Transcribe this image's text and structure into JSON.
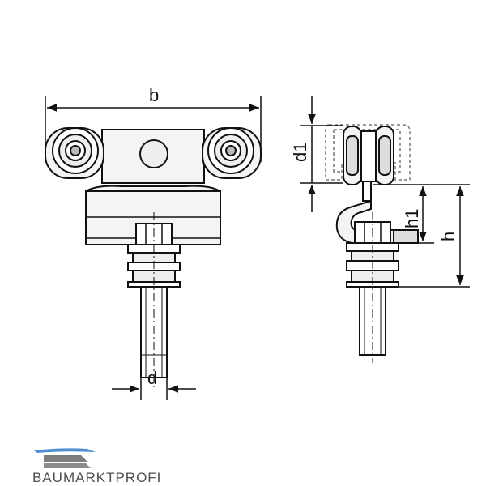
{
  "dimensions": {
    "b": "b",
    "d": "d",
    "d1": "d1",
    "h1": "h1",
    "h": "h"
  },
  "logo": {
    "text": "BAUMARKTPROFI",
    "colors": {
      "swoosh": "#4f8fd0",
      "bars": "#7d7d7d",
      "text": "#4d4d4d"
    }
  },
  "colors": {
    "line": "#111111",
    "fill": "#f2f2f2",
    "shade": "#bdbdbd"
  }
}
